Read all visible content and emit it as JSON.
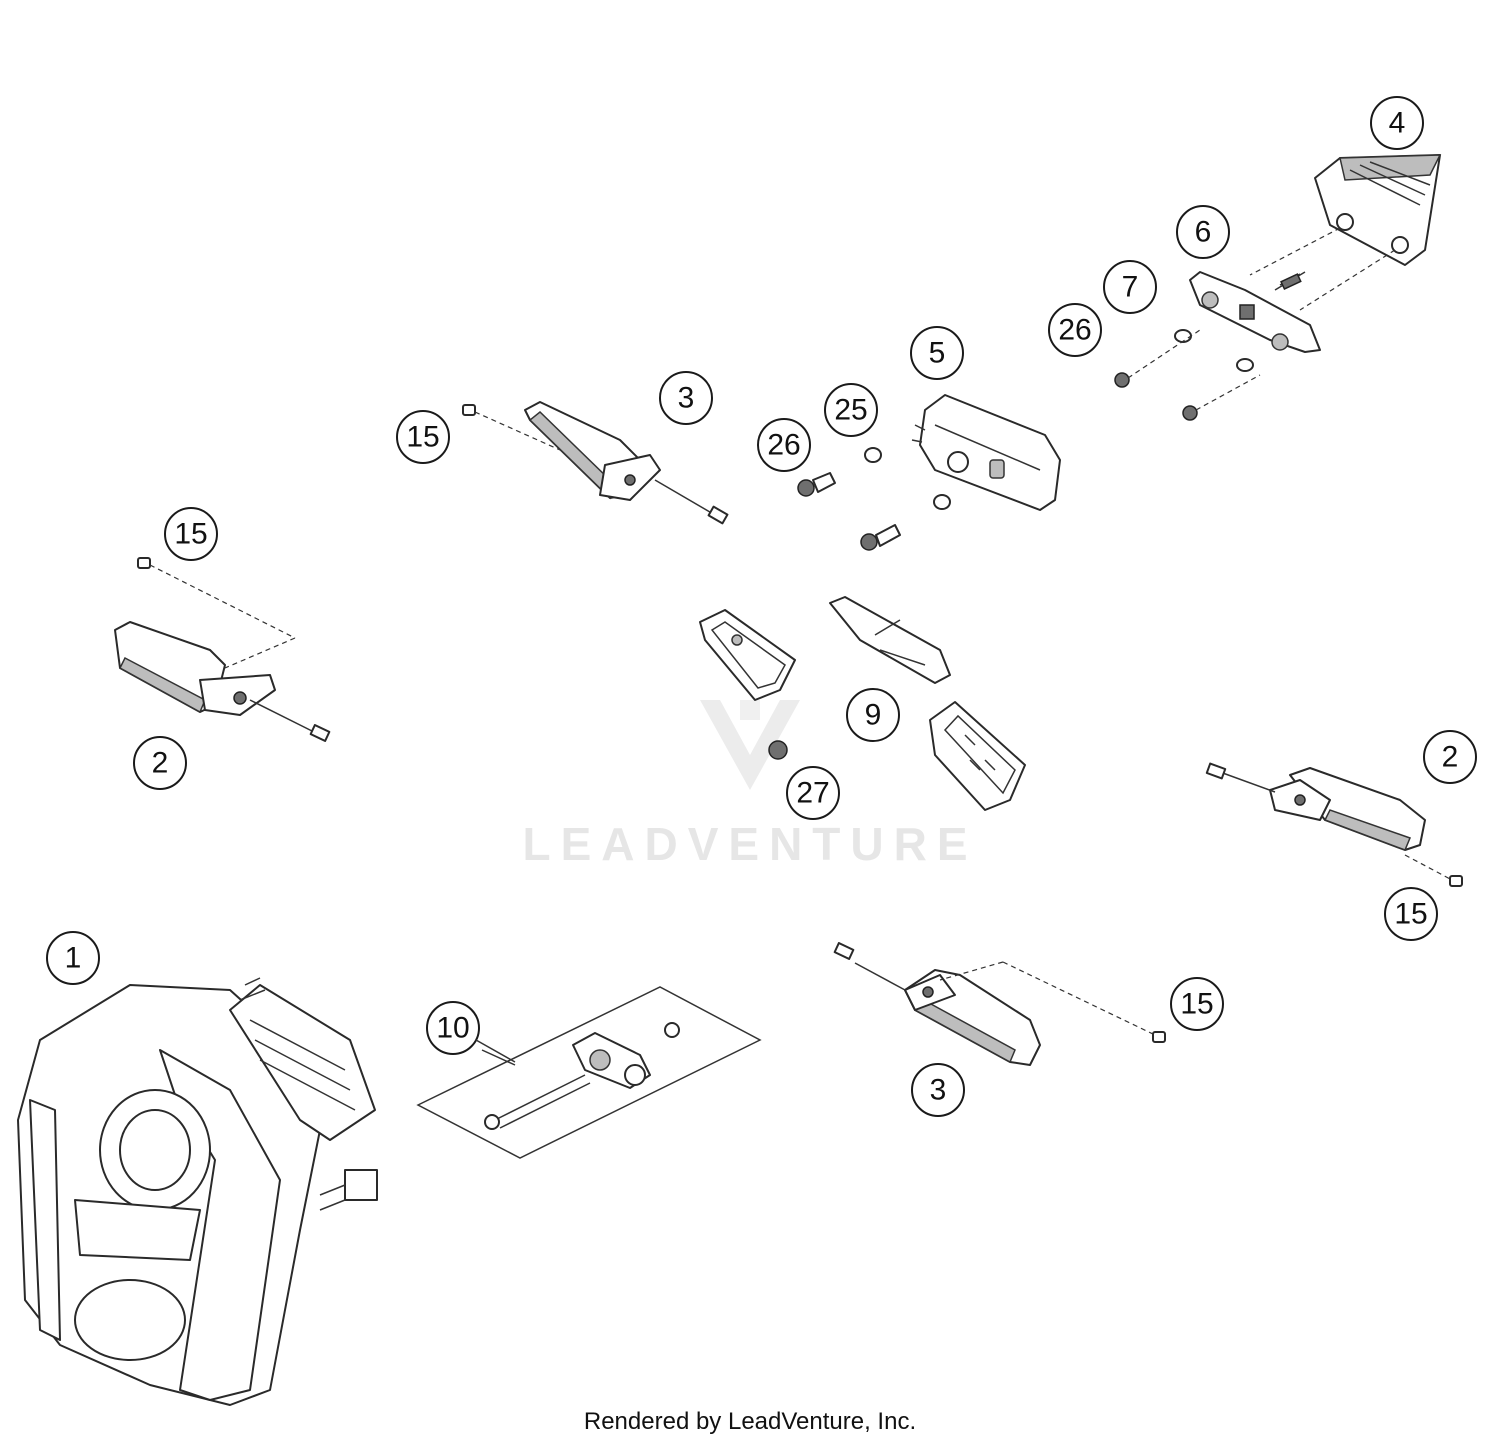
{
  "watermark": {
    "text": "LEADVENTURE"
  },
  "footer": {
    "text": "Rendered by LeadVenture, Inc."
  },
  "callouts": [
    {
      "id": "c1",
      "label": "1"
    },
    {
      "id": "c2a",
      "label": "2"
    },
    {
      "id": "c2b",
      "label": "2"
    },
    {
      "id": "c3a",
      "label": "3"
    },
    {
      "id": "c3b",
      "label": "3"
    },
    {
      "id": "c4",
      "label": "4"
    },
    {
      "id": "c5",
      "label": "5"
    },
    {
      "id": "c6",
      "label": "6"
    },
    {
      "id": "c7",
      "label": "7"
    },
    {
      "id": "c9",
      "label": "9"
    },
    {
      "id": "c10",
      "label": "10"
    },
    {
      "id": "c15a",
      "label": "15"
    },
    {
      "id": "c15b",
      "label": "15"
    },
    {
      "id": "c15c",
      "label": "15"
    },
    {
      "id": "c15d",
      "label": "15"
    },
    {
      "id": "c25",
      "label": "25"
    },
    {
      "id": "c26a",
      "label": "26"
    },
    {
      "id": "c26b",
      "label": "26"
    },
    {
      "id": "c27",
      "label": "27"
    }
  ]
}
